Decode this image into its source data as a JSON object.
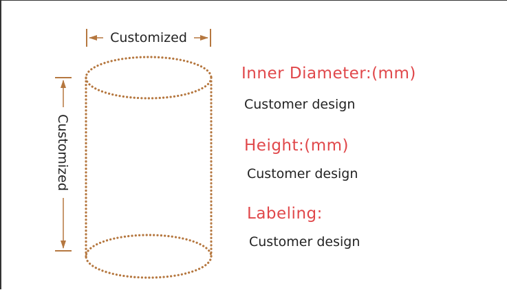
{
  "dimensions": {
    "width_label": "Customized",
    "height_label": "Customized"
  },
  "specs": [
    {
      "label": "Inner Diameter:(mm)",
      "value": "Customer design"
    },
    {
      "label": "Height:(mm)",
      "value": "Customer design"
    },
    {
      "label": "Labeling:",
      "value": "Customer design"
    }
  ],
  "colors": {
    "label": "#e0474a",
    "value": "#222222",
    "dotted_outline": "#b5773f",
    "dimension_line": "#b5773f"
  }
}
